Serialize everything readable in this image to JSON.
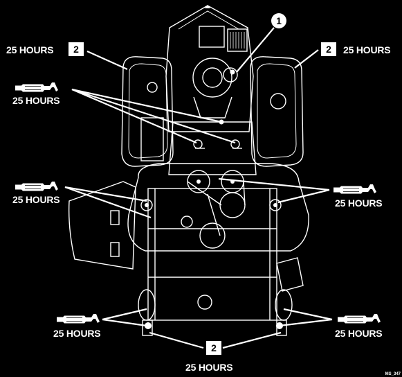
{
  "callouts": {
    "ref_1": "1",
    "ref_2": "2",
    "interval": "25 HOURS"
  },
  "icons": {
    "lube": "grease-gun-icon"
  },
  "figure_id": "MS_347"
}
